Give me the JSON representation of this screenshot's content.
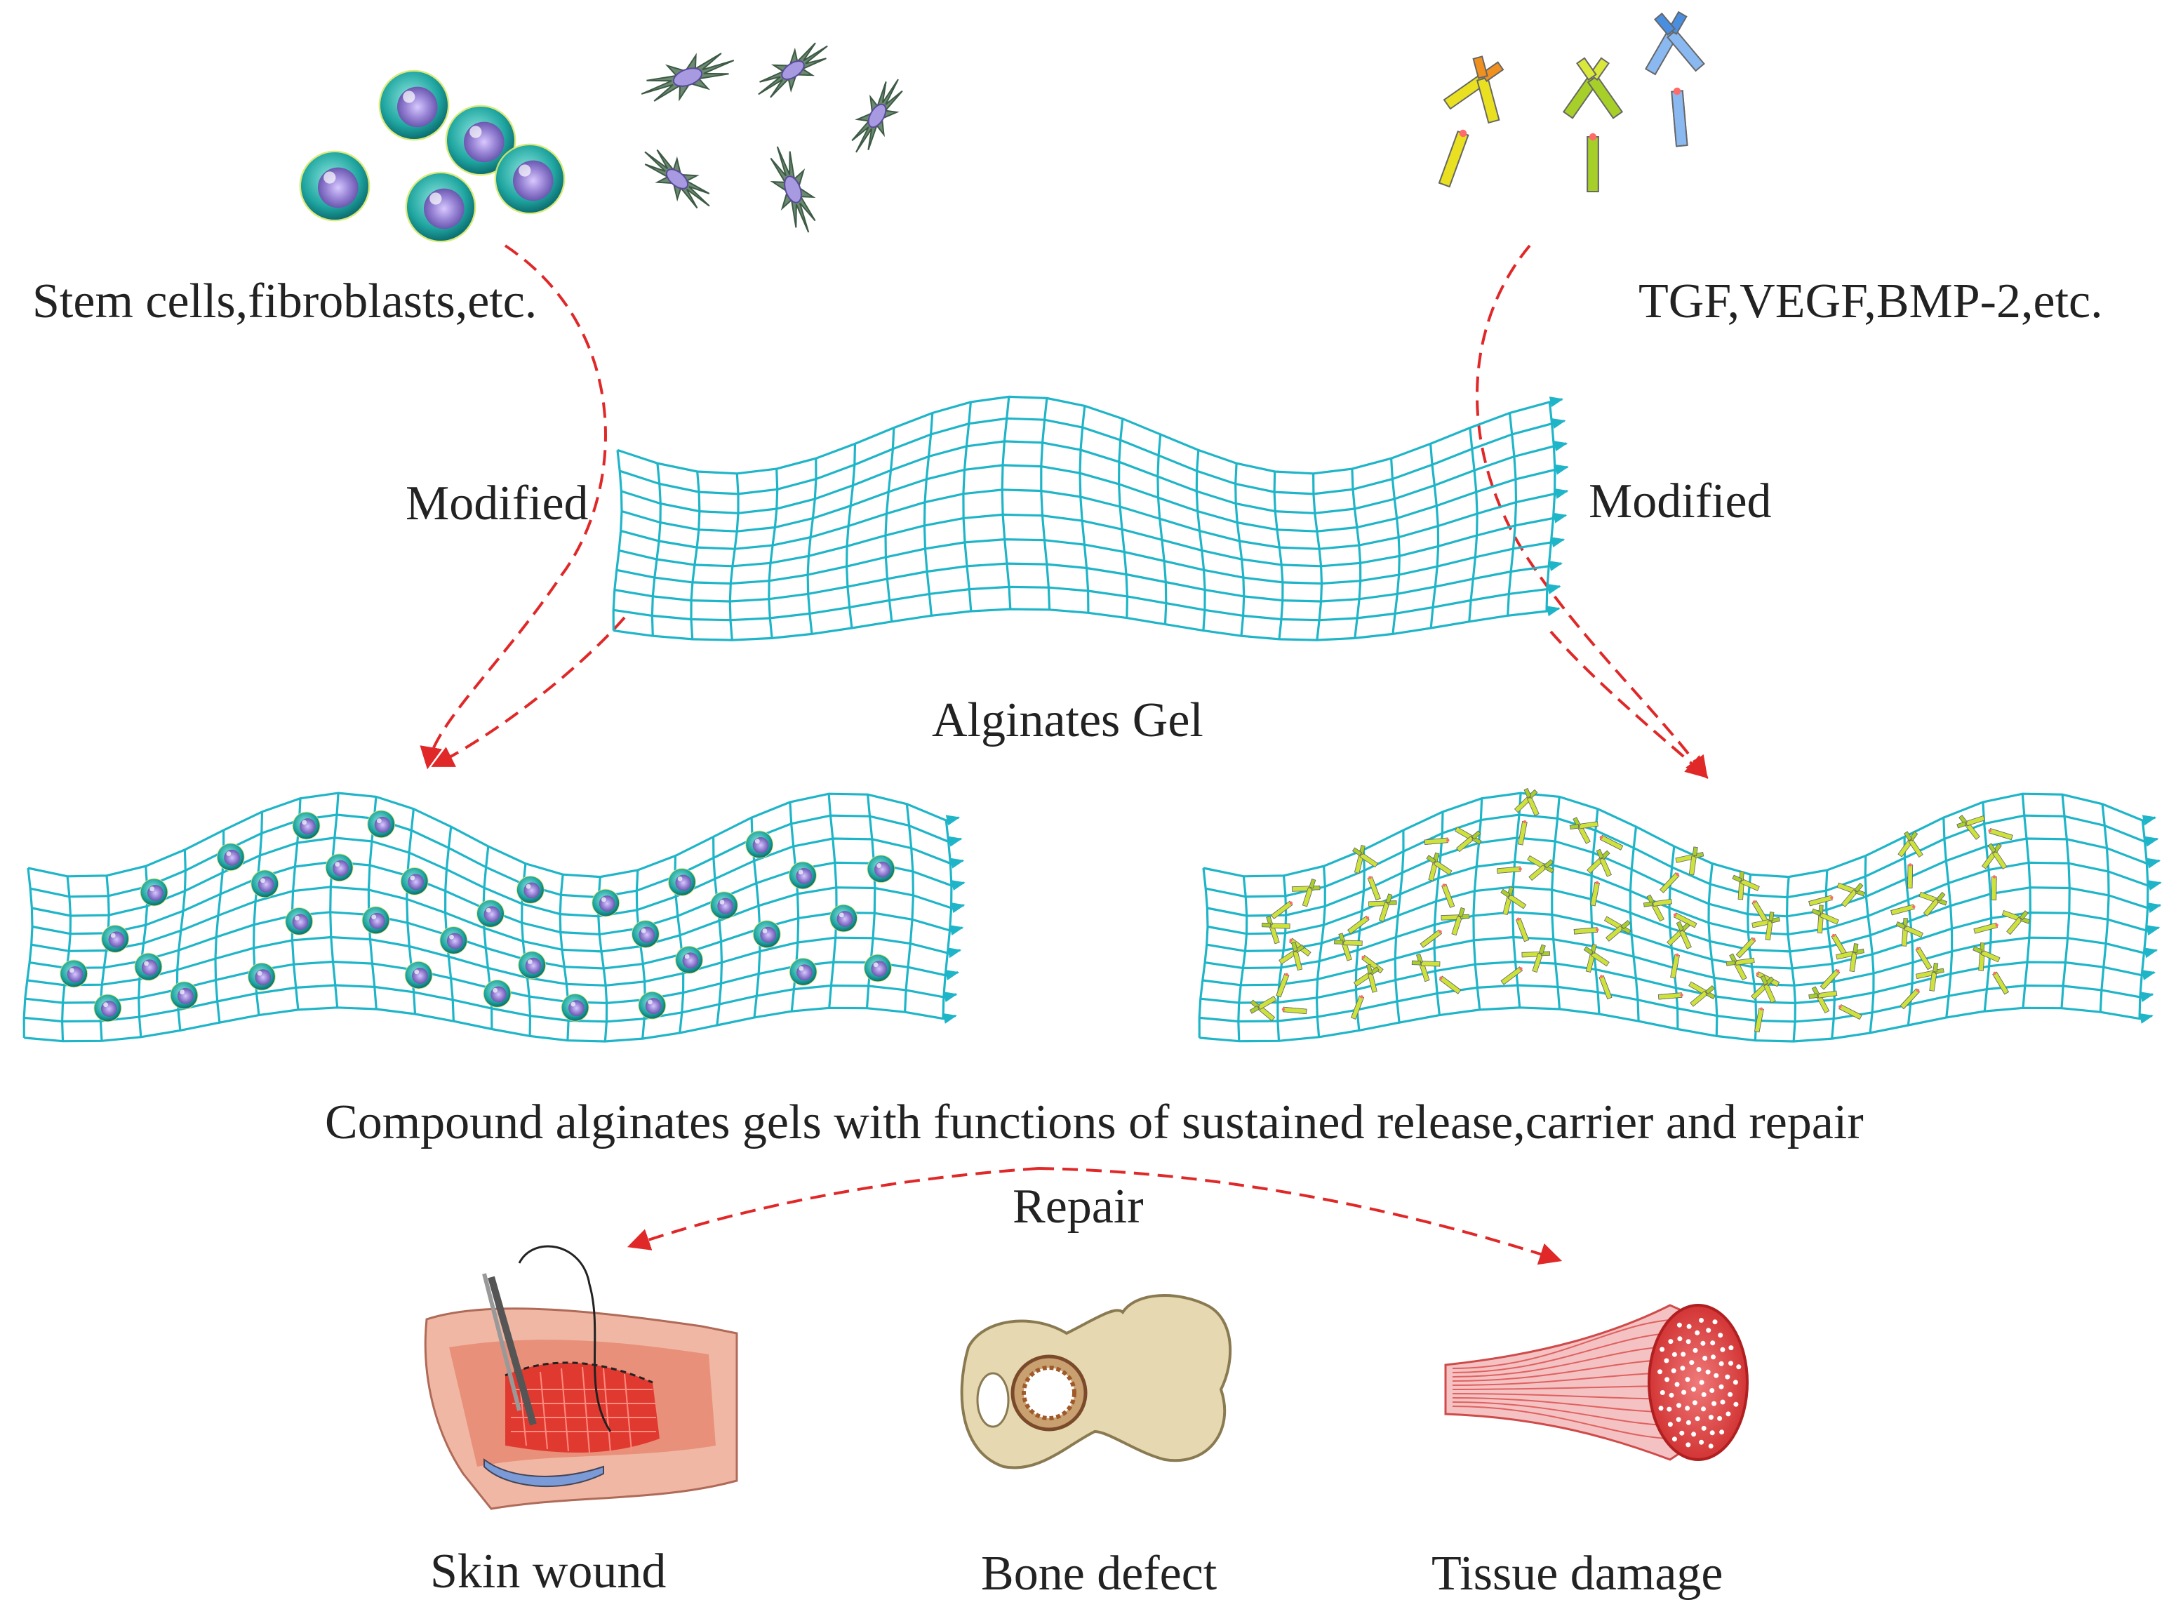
{
  "labels": {
    "cells": "Stem cells,fibroblasts,etc.",
    "growth_factors": "TGF,VEGF,BMP-2,etc.",
    "modified_left": "Modified",
    "modified_right": "Modified",
    "alginates_gel": "Alginates Gel",
    "compound": "Compound alginates gels with functions of sustained release,carrier and repair",
    "repair": "Repair",
    "skin_wound": "Skin wound",
    "bone_defect": "Bone defect",
    "tissue_damage": "Tissue damage"
  },
  "colors": {
    "mesh": "#1fb5c8",
    "arrow": "#e02828",
    "cell_outer": "#1fa5a0",
    "cell_inner": "#9a86d6",
    "fibroblast": "#6c8a72",
    "antibody_orange": "#f0901e",
    "antibody_yellow": "#e8e020",
    "antibody_green": "#a6cf2a",
    "antibody_blue": "#4a8ee0",
    "skin": "#e8a08a",
    "bone": "#e0d2aa",
    "muscle": "#e04848"
  },
  "icons": [
    "stem-cell-icon",
    "fibroblast-icon",
    "antibody-icon",
    "skin-wound-icon",
    "bone-defect-icon",
    "muscle-tissue-icon"
  ]
}
